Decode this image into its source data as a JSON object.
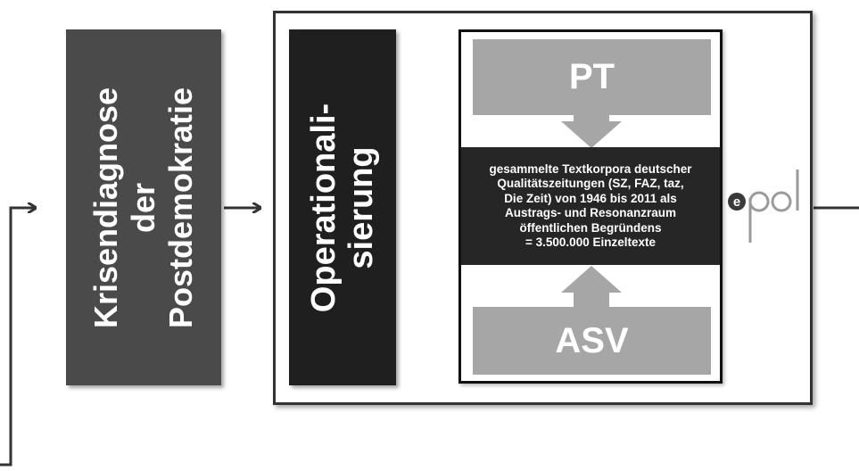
{
  "box1": {
    "lines": [
      "Krisendiagnose",
      "der",
      "Postdemokratie"
    ]
  },
  "box2": {
    "lines": [
      "Operationali-",
      "sierung"
    ]
  },
  "inner": {
    "top_label": "PT",
    "bottom_label": "ASV",
    "band_lines": [
      "gesammelte Textkorpora deutscher",
      "Qualitätszeitungen (SZ, FAZ, taz,",
      "Die Zeit) von 1946 bis 2011 als",
      "Austrags- und Resonanzraum",
      "öffentlichen Begründens",
      "= 3.500.000 Einzeltexte"
    ]
  },
  "logo": {
    "text": "epol",
    "icon": "epol-logo"
  },
  "colors": {
    "dark_box": "#4a4a4a",
    "black_box": "#1f1f1f",
    "grey_box": "#a6a6a6",
    "line": "#333333"
  }
}
